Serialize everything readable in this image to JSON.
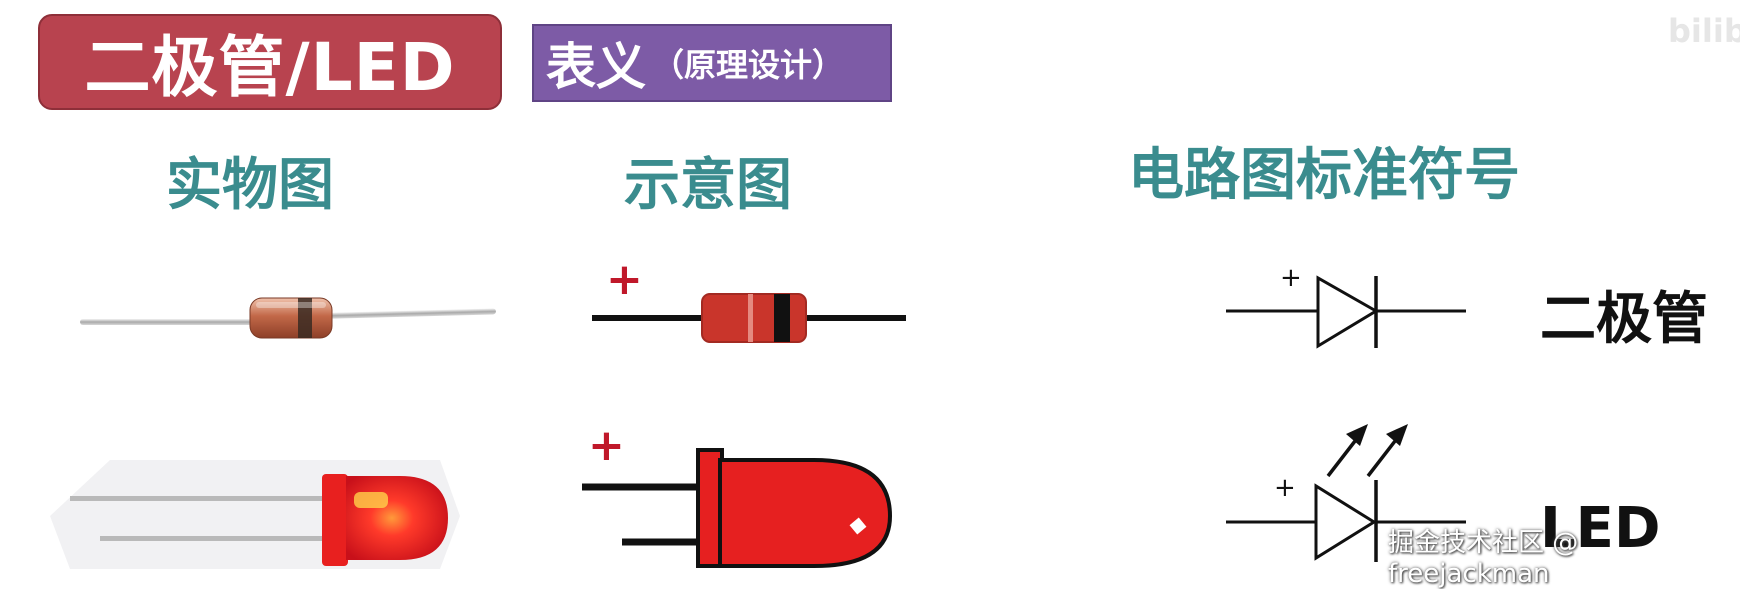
{
  "title_badge": {
    "text": "二极管/LED",
    "color": "#b8434f"
  },
  "sub_badge": {
    "main": "表义",
    "note": "（原理设计）",
    "color": "#7d5ba6"
  },
  "headings": {
    "photo": "实物图",
    "schematic": "示意图",
    "standard_symbol": "电路图标准符号"
  },
  "schematic_marks": {
    "diode_plus": "+",
    "led_plus": "+"
  },
  "symbols": {
    "diode": {
      "plus": "+",
      "label": "二极管"
    },
    "led": {
      "plus": "+",
      "label": "LED"
    }
  },
  "watermark": {
    "corner": "bilib",
    "credit": "掘金技术社区 @ freejackman"
  },
  "colors": {
    "heading": "#3a8c8e",
    "diode_red": "#c9352b",
    "led_red": "#e62020",
    "plus_red": "#c0182a"
  }
}
